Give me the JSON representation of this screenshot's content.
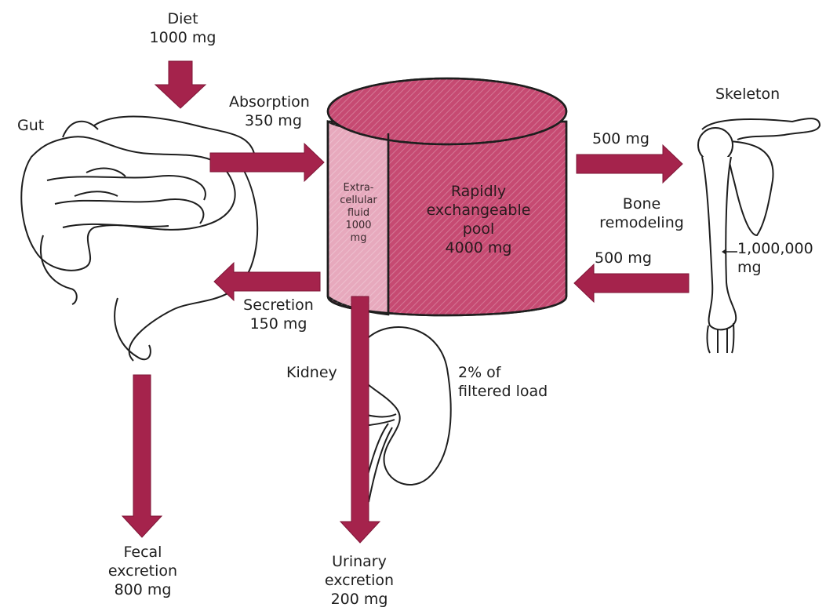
{
  "colors": {
    "arrow": "#a5234c",
    "arrow_dark": "#7e1536",
    "pool": "#c64a72",
    "ecf": "#e7a9bd",
    "outline": "#1e1e1e"
  },
  "diet": {
    "line1": "Diet",
    "line2": "1000 mg"
  },
  "gut": {
    "label": "Gut"
  },
  "absorption": {
    "line1": "Absorption",
    "line2": "350 mg"
  },
  "secretion": {
    "line1": "Secretion",
    "line2": "150 mg"
  },
  "fecal": {
    "line1": "Fecal",
    "line2": "excretion",
    "line3": "800 mg"
  },
  "pool": {
    "ecf_lines": [
      "Extra-",
      "cellular",
      "fluid",
      "1000",
      "mg"
    ],
    "main_lines": [
      "Rapidly",
      "exchangeable",
      "pool",
      "4000 mg"
    ]
  },
  "skeleton": {
    "label": "Skeleton",
    "amount_line1": "1,000,000",
    "amount_line2": "mg"
  },
  "bone": {
    "to_bone": "500 mg",
    "line1": "Bone",
    "line2": "remodeling",
    "from_bone": "500 mg"
  },
  "kidney": {
    "label": "Kidney",
    "note_line1": "2% of",
    "note_line2": "filtered load"
  },
  "urinary": {
    "line1": "Urinary",
    "line2": "excretion",
    "line3": "200 mg"
  }
}
